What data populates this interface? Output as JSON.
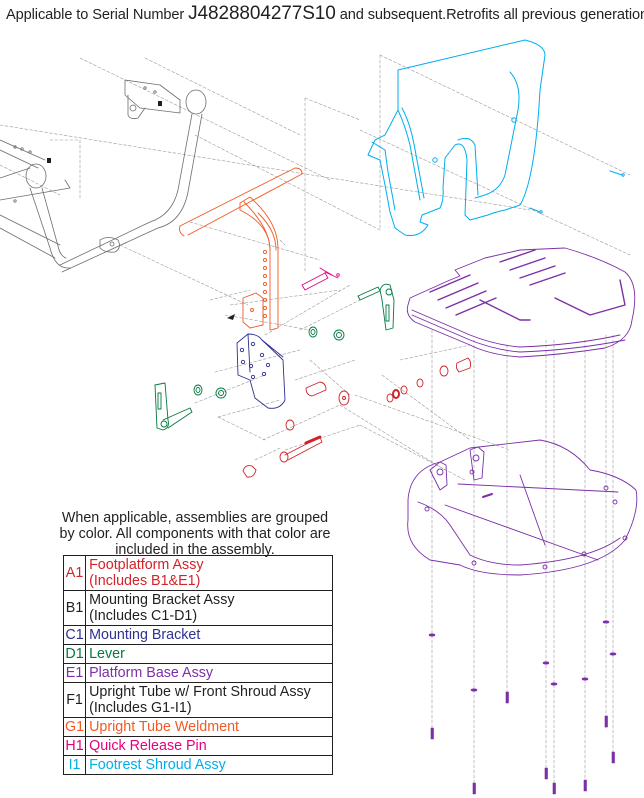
{
  "header": {
    "prefix": "Applicable to Serial Number ",
    "serial_number": "J4828804277S10",
    "suffix": " and subsequent.Retrofits all previous generations."
  },
  "note": "When applicable, assemblies are grouped by color. All components with that color are included in the assembly.",
  "colors": {
    "A1": "#d2232a",
    "B1": "#231f20",
    "C1": "#2e3192",
    "D1": "#00793f",
    "E1": "#7b2fa8",
    "F1": "#231f20",
    "G1": "#f15a24",
    "H1": "#e6007e",
    "I1": "#00aeef",
    "frame": "#6d6e71",
    "leader": "#9a9a9a"
  },
  "legend": [
    {
      "code": "A1",
      "lines": [
        "Footplatform Assy",
        "(Includes B1&E1)"
      ]
    },
    {
      "code": "B1",
      "lines": [
        "Mounting Bracket Assy",
        "(Includes C1-D1)"
      ]
    },
    {
      "code": "C1",
      "lines": [
        "Mounting Bracket"
      ]
    },
    {
      "code": "D1",
      "lines": [
        "Lever"
      ]
    },
    {
      "code": "E1",
      "lines": [
        "Platform Base Assy"
      ]
    },
    {
      "code": "F1",
      "lines": [
        "Upright Tube w/ Front Shroud Assy",
        "(Includes G1-I1)"
      ]
    },
    {
      "code": "G1",
      "lines": [
        "Upright Tube Weldment"
      ]
    },
    {
      "code": "H1",
      "lines": [
        "Quick Release Pin"
      ]
    },
    {
      "code": "I1",
      "lines": [
        "Footrest Shroud Assy"
      ]
    }
  ],
  "diagram": {
    "parts": [
      {
        "name": "wheelchair-frame",
        "assembly": null
      },
      {
        "name": "upright-tube-weldment",
        "assembly": "G1"
      },
      {
        "name": "quick-release-pin",
        "assembly": "H1"
      },
      {
        "name": "footrest-shroud",
        "assembly": "I1"
      },
      {
        "name": "mounting-bracket",
        "assembly": "C1"
      },
      {
        "name": "lever-left",
        "assembly": "D1"
      },
      {
        "name": "lever-right",
        "assembly": "D1"
      },
      {
        "name": "footplatform-top",
        "assembly": "E1"
      },
      {
        "name": "platform-base",
        "assembly": "E1"
      },
      {
        "name": "hardware-set",
        "assembly": "A1"
      },
      {
        "name": "platform-screws",
        "assembly": "E1"
      }
    ]
  }
}
